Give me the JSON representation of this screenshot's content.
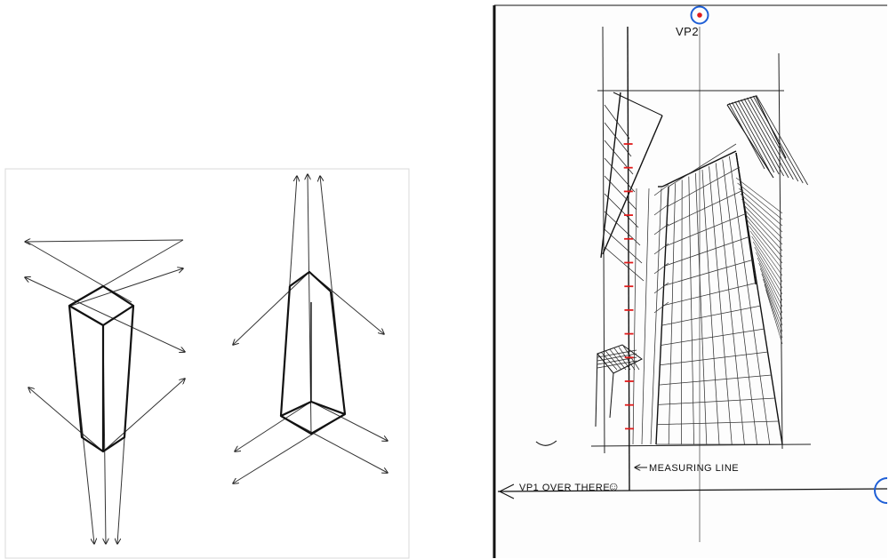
{
  "left_sketch": {
    "panel": "cube-perspective-sketches"
  },
  "right_sketch": {
    "vp2_label": "VP2",
    "measuring_line_label": "MEASURING LINE",
    "vp1_label": "VP1 OVER THERE",
    "vp1_smiley": "☺",
    "colors": {
      "vanishing_point_ring": "#1f5fd6",
      "vanishing_point_dot": "#e01b1b",
      "measure_ticks": "#e01b1b",
      "pencil": "#111111"
    },
    "measure_tick_count": 13
  }
}
